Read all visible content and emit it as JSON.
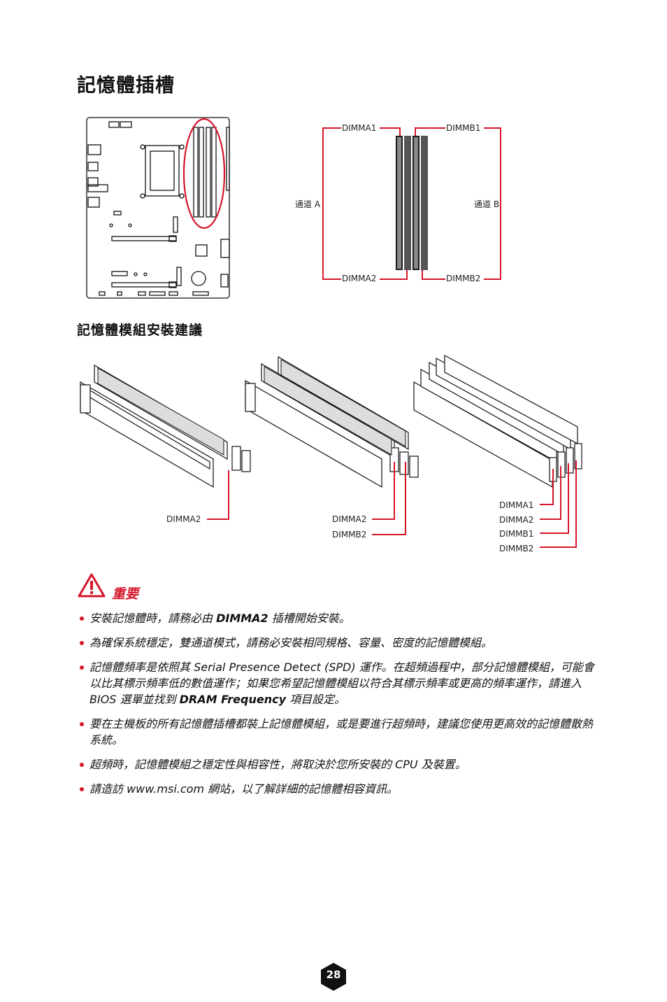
{
  "title": "記憶體插槽",
  "board_diagram": {
    "channel_a": "通道 A",
    "channel_b": "通道 B",
    "slots": {
      "a1": "DIMMA1",
      "a2": "DIMMA2",
      "b1": "DIMMB1",
      "b2": "DIMMB2"
    }
  },
  "install_heading": "記憶體模組安裝建議",
  "install": {
    "one": {
      "s1": "DIMMA2"
    },
    "two": {
      "s1": "DIMMA2",
      "s2": "DIMMB2"
    },
    "four": {
      "s1": "DIMMA1",
      "s2": "DIMMA2",
      "s3": "DIMMB1",
      "s4": "DIMMB2"
    }
  },
  "important": {
    "title": "重要",
    "items": [
      [
        {
          "t": "安裝記憶體時，請務必由 "
        },
        {
          "t": "DIMMA2",
          "b": true
        },
        {
          "t": " 插槽開始安裝。"
        }
      ],
      [
        {
          "t": "為確保系統穩定，雙通道模式，請務必安裝相同規格、容量、密度的記憶體模組。"
        }
      ],
      [
        {
          "t": "記憶體頻率是依照其 Serial Presence Detect (SPD) 運作。在超頻過程中，部分記憶體模組，可能會以比其標示頻率低的數值運作；如果您希望記憶體模組以符合其標示頻率或更高的頻率運作，請進入 BIOS 選單並找到 "
        },
        {
          "t": "DRAM Frequency",
          "b": true
        },
        {
          "t": " 項目設定。"
        }
      ],
      [
        {
          "t": "要在主機板的所有記憶體插槽都裝上記憶體模組，或是要進行超頻時，建議您使用更高效的記憶體散熱系統。"
        }
      ],
      [
        {
          "t": "超頻時，記憶體模組之穩定性與相容性，將取決於您所安裝的 CPU 及裝置。"
        }
      ],
      [
        {
          "t": "請造訪 www.msi.com 網站，以了解詳細的記憶體相容資訊。"
        }
      ]
    ]
  },
  "page_number": "28"
}
